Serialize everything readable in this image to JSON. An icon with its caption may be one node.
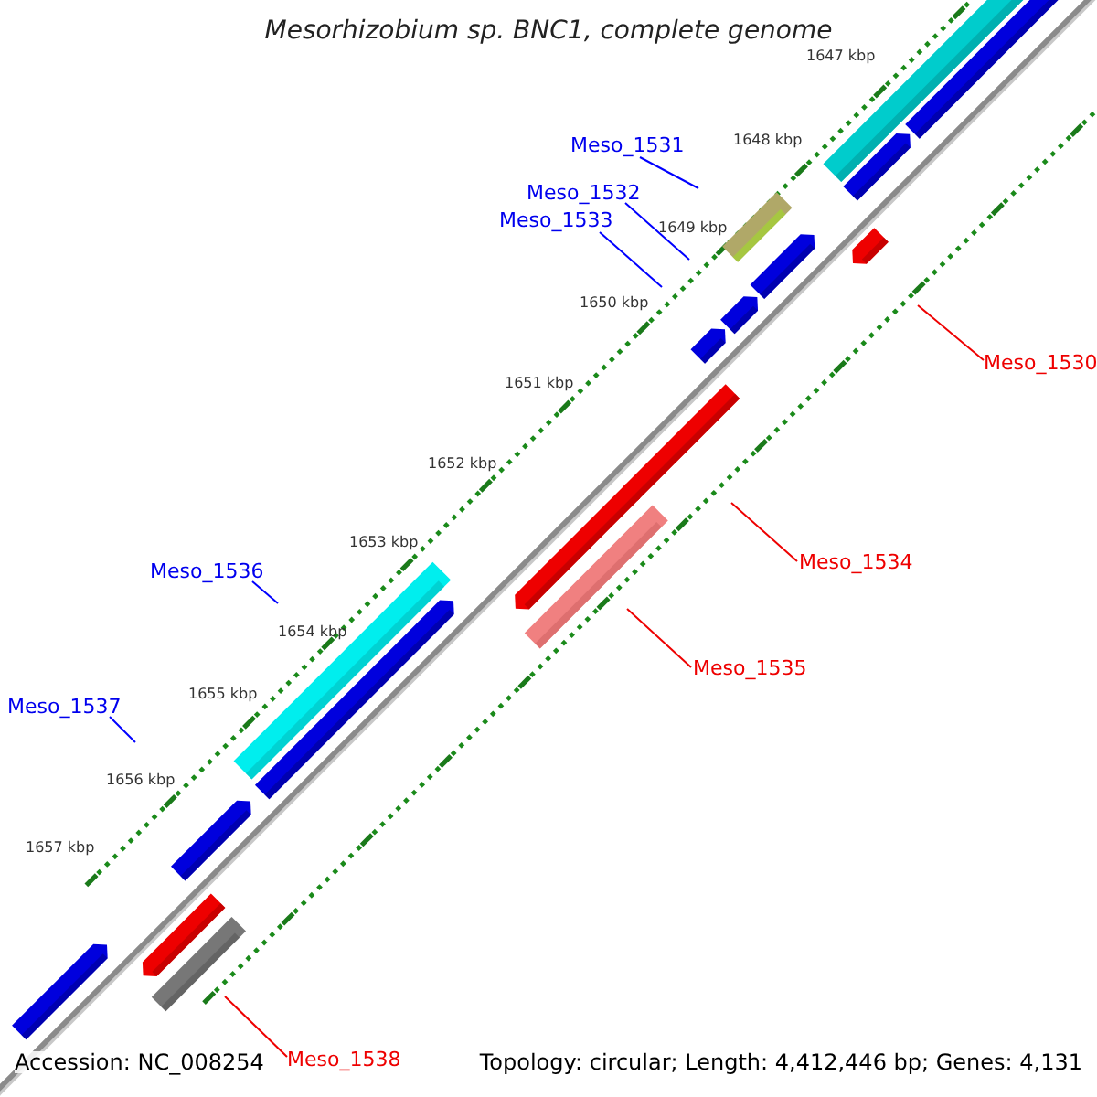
{
  "diagram": {
    "title": "Mesorhizobium sp. BNC1, complete genome",
    "nodes": [
      {
        "text": [
          "Meso_1531"
        ]
      },
      {
        "text": [
          "Meso_1532"
        ]
      },
      {
        "text": [
          "Meso_1533"
        ]
      },
      {
        "text": [
          "Meso_1530"
        ]
      },
      {
        "text": [
          "Meso_1534"
        ]
      },
      {
        "text": [
          "Meso_1536"
        ]
      },
      {
        "text": [
          "Meso_1535"
        ]
      },
      {
        "text": [
          "Meso_1537"
        ]
      },
      {
        "text": [
          "Meso_1538"
        ]
      }
    ],
    "edges": [
      {
        "from": 0,
        "to": null,
        "arrow": "none",
        "color": "#0000ff"
      },
      {
        "from": 1,
        "to": null,
        "arrow": "none",
        "color": "#0000ff"
      },
      {
        "from": 2,
        "to": null,
        "arrow": "none",
        "color": "#0000ff"
      },
      {
        "from": 3,
        "to": null,
        "arrow": "none",
        "color": "#ee0000"
      },
      {
        "from": 4,
        "to": null,
        "arrow": "none",
        "color": "#ee0000"
      },
      {
        "from": 5,
        "to": null,
        "arrow": "none",
        "color": "#0000ff"
      },
      {
        "from": 6,
        "to": null,
        "arrow": "none",
        "color": "#ee0000"
      },
      {
        "from": 7,
        "to": null,
        "arrow": "none",
        "color": "#0000ff"
      },
      {
        "from": 8,
        "to": null,
        "arrow": "none",
        "color": "#ee0000"
      }
    ],
    "labels": [
      "1647 kbp",
      "1648 kbp",
      "1649 kbp",
      "1650 kbp",
      "1651 kbp",
      "1652 kbp",
      "1653 kbp",
      "1654 kbp",
      "1655 kbp",
      "1656 kbp",
      "1657 kbp",
      "Accession: NC_008254",
      "Topology: circular; Length: 4,412,446 bp; Genes: 4,131"
    ]
  }
}
